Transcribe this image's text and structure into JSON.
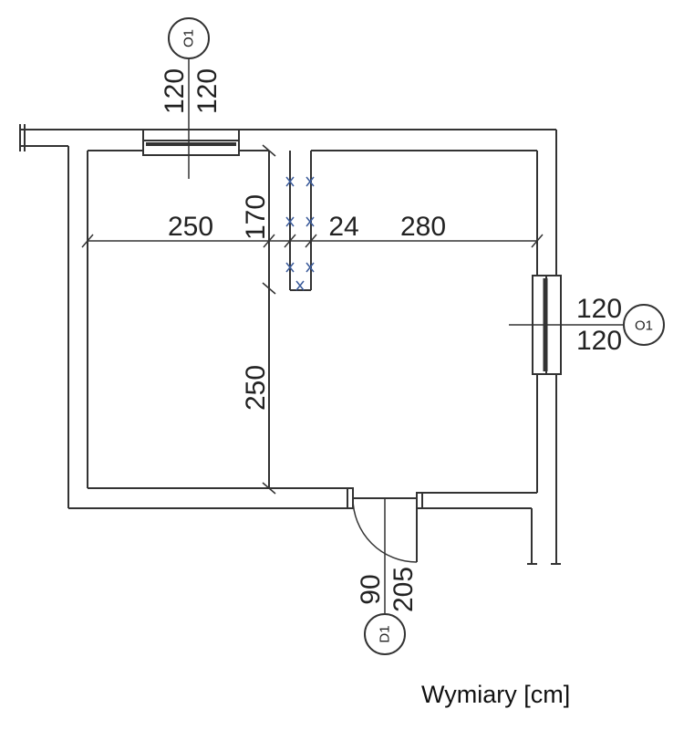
{
  "dimensions": {
    "left_room_width": "250",
    "wall_thickness": "24",
    "right_room_width": "280",
    "niche_height": "170",
    "left_room_height": "250"
  },
  "window_top": {
    "tag": "O1",
    "width": "120",
    "height": "120"
  },
  "window_right": {
    "tag": "O1",
    "width": "120",
    "height": "120"
  },
  "door": {
    "tag": "D1",
    "width": "90",
    "height": "205"
  },
  "caption": "Wymiary [cm]",
  "colors": {
    "line": "#333333",
    "background": "#ffffff"
  }
}
